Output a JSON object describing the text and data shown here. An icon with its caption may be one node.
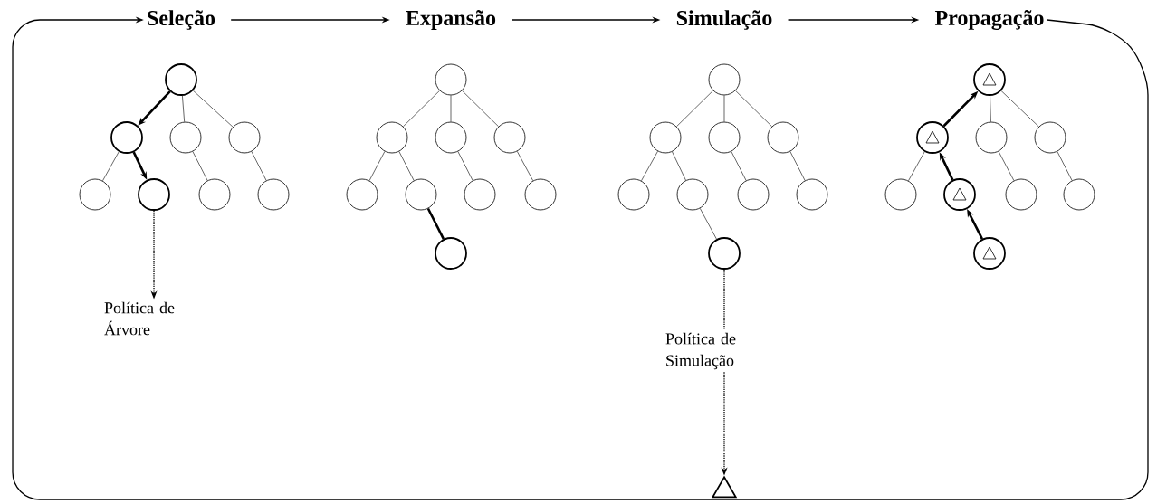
{
  "diagram": {
    "nodes": [
      {
        "text": [
          "Seleção"
        ]
      },
      {
        "text": [
          "Expansão"
        ]
      },
      {
        "text": [
          "Simulação"
        ]
      },
      {
        "text": [
          "Propagação"
        ]
      },
      {
        "text": [],
        "shape": "circle"
      },
      {
        "text": [],
        "shape": "circle"
      },
      {
        "text": [],
        "shape": "circle"
      },
      {
        "text": [],
        "shape": "circle"
      },
      {
        "text": [],
        "shape": "circle"
      },
      {
        "text": [],
        "shape": "circle"
      },
      {
        "text": [],
        "shape": "circle"
      },
      {
        "text": [],
        "shape": "circle"
      },
      {
        "text": [
          "Política de Árvore"
        ]
      },
      {
        "text": [],
        "shape": "circle"
      },
      {
        "text": [],
        "shape": "circle"
      },
      {
        "text": [],
        "shape": "circle"
      },
      {
        "text": [],
        "shape": "circle"
      },
      {
        "text": [],
        "shape": "circle"
      },
      {
        "text": [],
        "shape": "circle"
      },
      {
        "text": [],
        "shape": "circle"
      },
      {
        "text": [],
        "shape": "circle"
      },
      {
        "text": [],
        "shape": "circle"
      },
      {
        "text": [],
        "shape": "circle"
      },
      {
        "text": [],
        "shape": "circle"
      },
      {
        "text": [],
        "shape": "circle"
      },
      {
        "text": [],
        "shape": "circle"
      },
      {
        "text": [],
        "shape": "circle"
      },
      {
        "text": [],
        "shape": "circle"
      },
      {
        "text": [],
        "shape": "circle"
      },
      {
        "text": [],
        "shape": "circle"
      },
      {
        "text": [],
        "shape": "circle"
      },
      {
        "text": [
          "Política de Simulação"
        ]
      },
      {
        "text": [],
        "shape": "triangle"
      },
      {
        "text": [],
        "shape": "circle"
      },
      {
        "text": [],
        "shape": "circle"
      },
      {
        "text": [],
        "shape": "circle"
      },
      {
        "text": [],
        "shape": "circle"
      },
      {
        "text": [],
        "shape": "circle"
      },
      {
        "text": [],
        "shape": "circle"
      },
      {
        "text": [],
        "shape": "circle"
      },
      {
        "text": [],
        "shape": "circle"
      },
      {
        "text": [],
        "shape": "circle"
      }
    ],
    "edges": [
      {
        "from": 0,
        "to": 1,
        "arrow": "to"
      },
      {
        "from": 1,
        "to": 2,
        "arrow": "to"
      },
      {
        "from": 2,
        "to": 3,
        "arrow": "to"
      },
      {
        "from": 3,
        "to": 0,
        "arrow": "to"
      },
      {
        "from": 4,
        "to": 5,
        "arrow": "to",
        "style": "thick"
      },
      {
        "from": 4,
        "to": 6,
        "arrow": "none"
      },
      {
        "from": 4,
        "to": 7,
        "arrow": "none"
      },
      {
        "from": 5,
        "to": 8,
        "arrow": "none"
      },
      {
        "from": 5,
        "to": 9,
        "arrow": "to",
        "style": "thick"
      },
      {
        "from": 6,
        "to": 10,
        "arrow": "none"
      },
      {
        "from": 7,
        "to": 11,
        "arrow": "none"
      },
      {
        "from": 9,
        "to": 12,
        "arrow": "to",
        "style": "dashed"
      },
      {
        "from": 13,
        "to": 14,
        "arrow": "none"
      },
      {
        "from": 13,
        "to": 15,
        "arrow": "none"
      },
      {
        "from": 13,
        "to": 16,
        "arrow": "none"
      },
      {
        "from": 14,
        "to": 17,
        "arrow": "none"
      },
      {
        "from": 14,
        "to": 18,
        "arrow": "none"
      },
      {
        "from": 15,
        "to": 19,
        "arrow": "none"
      },
      {
        "from": 16,
        "to": 20,
        "arrow": "none"
      },
      {
        "from": 18,
        "to": 21,
        "arrow": "none",
        "style": "thick"
      },
      {
        "from": 22,
        "to": 23,
        "arrow": "none"
      },
      {
        "from": 22,
        "to": 24,
        "arrow": "none"
      },
      {
        "from": 22,
        "to": 25,
        "arrow": "none"
      },
      {
        "from": 23,
        "to": 26,
        "arrow": "none"
      },
      {
        "from": 23,
        "to": 27,
        "arrow": "none"
      },
      {
        "from": 24,
        "to": 28,
        "arrow": "none"
      },
      {
        "from": 25,
        "to": 29,
        "arrow": "none"
      },
      {
        "from": 27,
        "to": 30,
        "arrow": "none"
      },
      {
        "from": 30,
        "to": 31,
        "arrow": "none",
        "style": "dashed"
      },
      {
        "from": 31,
        "to": 32,
        "arrow": "to",
        "style": "dashed"
      },
      {
        "from": 34,
        "to": 33,
        "arrow": "to",
        "style": "thick"
      },
      {
        "from": 33,
        "to": 35,
        "arrow": "none"
      },
      {
        "from": 33,
        "to": 36,
        "arrow": "none"
      },
      {
        "from": 34,
        "to": 37,
        "arrow": "none"
      },
      {
        "from": 38,
        "to": 34,
        "arrow": "to",
        "style": "thick"
      },
      {
        "from": 35,
        "to": 39,
        "arrow": "none"
      },
      {
        "from": 36,
        "to": 40,
        "arrow": "none"
      },
      {
        "from": 41,
        "to": 38,
        "arrow": "to",
        "style": "thick"
      }
    ]
  }
}
